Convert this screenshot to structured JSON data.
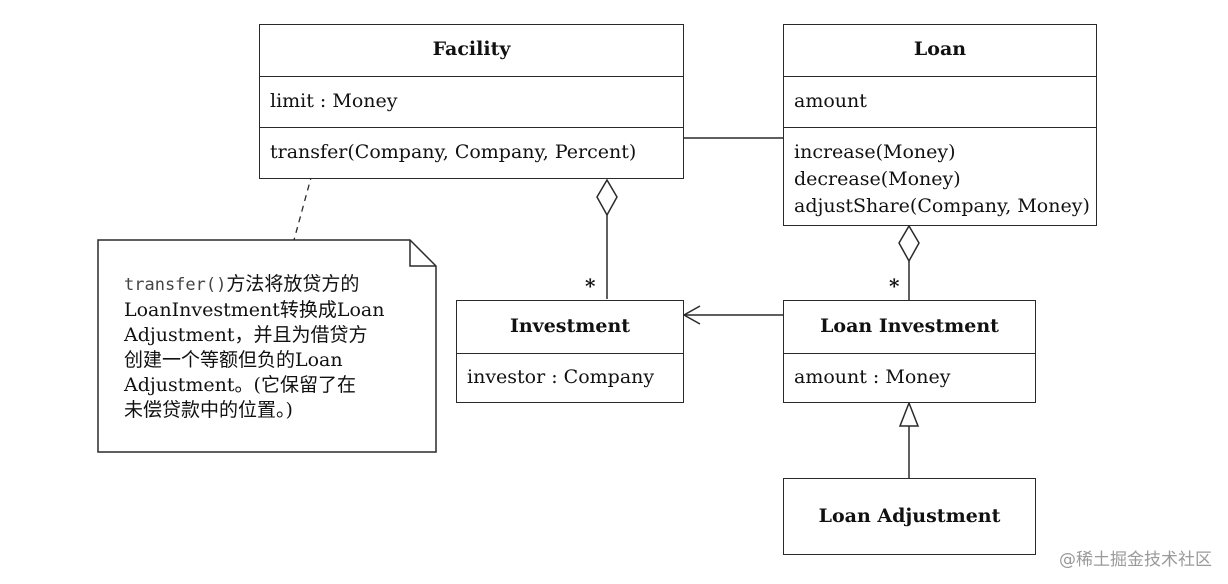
{
  "classes": {
    "facility": {
      "name": "Facility",
      "attribute": "limit : Money",
      "operation": "transfer(Company, Company, Percent)"
    },
    "loan": {
      "name": "Loan",
      "attribute": "amount",
      "operations": [
        "increase(Money)",
        "decrease(Money)",
        "adjustShare(Company, Money)"
      ]
    },
    "investment": {
      "name": "Investment",
      "attribute": "investor : Company"
    },
    "loan_investment": {
      "name": "Loan Investment",
      "attribute": "amount : Money"
    },
    "loan_adjustment": {
      "name": "Loan Adjustment"
    }
  },
  "note": {
    "code": "transfer()",
    "text_1": "方法将放贷方的",
    "lines": [
      "LoanInvestment转换成Loan",
      "Adjustment，并且为借贷方",
      "创建一个等额但负的Loan",
      "Adjustment。(它保留了在",
      "未偿贷款中的位置。)"
    ]
  },
  "multiplicities": {
    "facility_investment": "*",
    "loan_loaninvestment": "*"
  },
  "watermark": "@稀土掘金技术社区"
}
